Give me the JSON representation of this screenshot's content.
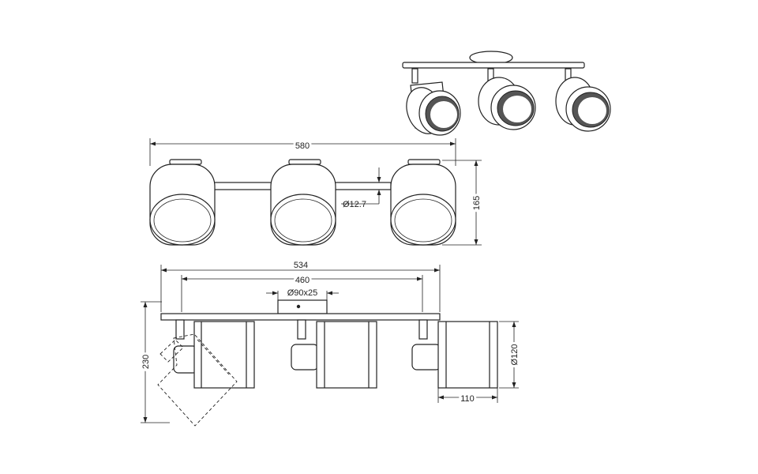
{
  "dimensions": {
    "overall_length_top": "580",
    "height_top": "165",
    "rod_diameter": "Ø12.7",
    "overall_length_front": "534",
    "spot_spacing": "460",
    "canopy": "Ø90x25",
    "overall_height": "230",
    "shade_diameter": "Ø120",
    "shade_depth": "110"
  },
  "colors": {
    "line": "#222222",
    "background": "#ffffff",
    "shade_inner": "#555555"
  }
}
